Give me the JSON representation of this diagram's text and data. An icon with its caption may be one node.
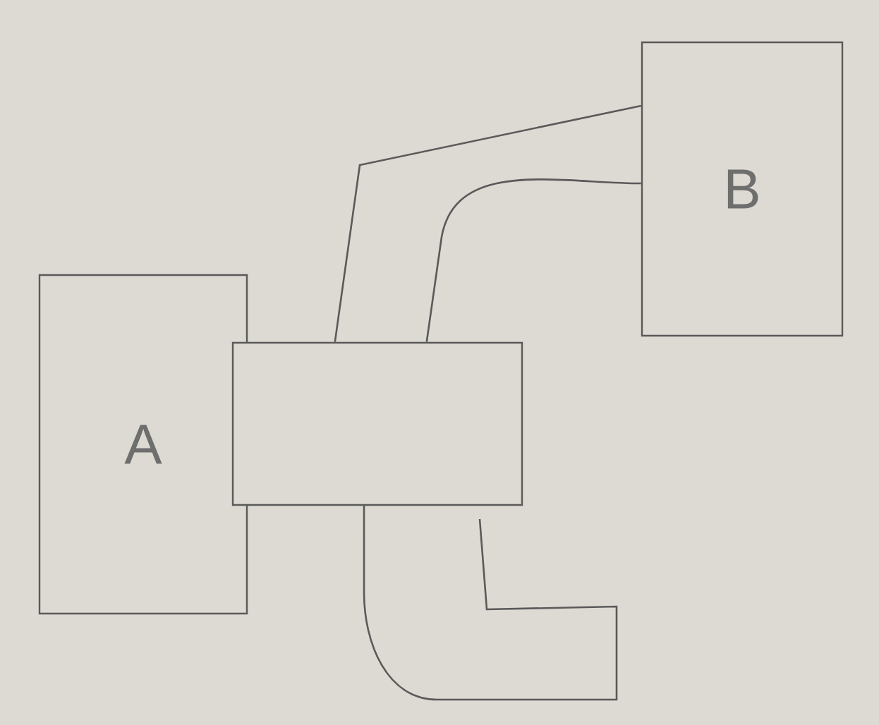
{
  "diagram": {
    "nodes": [
      {
        "text": [
          "A"
        ]
      },
      {
        "text": [
          "B"
        ]
      },
      {
        "text": [],
        "shape": "box"
      }
    ],
    "edges": [
      {
        "from": 2,
        "to": 1,
        "arrow": "none"
      }
    ]
  }
}
